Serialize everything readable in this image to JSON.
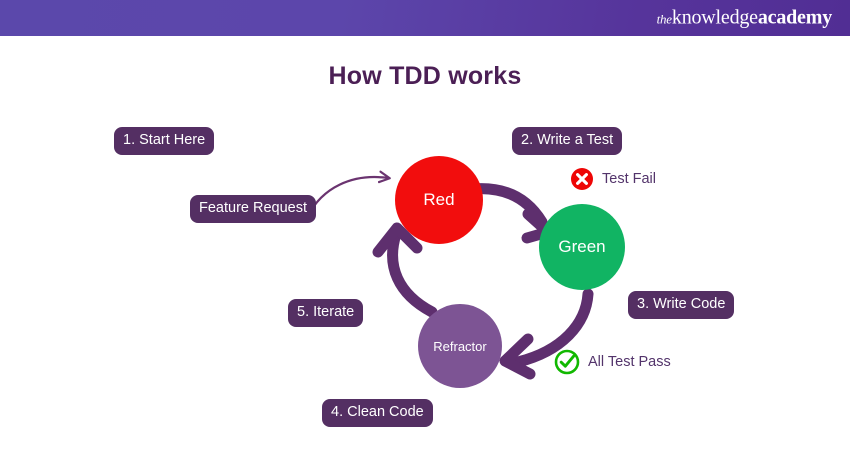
{
  "header": {
    "brand": {
      "part_the": "the",
      "part_knowledge": "knowledge",
      "part_academy": "academy"
    },
    "background_start_color": "#5b48ab",
    "background_end_color": "#512e94"
  },
  "title": "How TDD works",
  "title_color": "#4b1f55",
  "diagram": {
    "type": "cycle-flow",
    "nodes": [
      {
        "id": "red",
        "label": "Red",
        "color": "#f20d0d",
        "text_color": "#ffffff"
      },
      {
        "id": "green",
        "label": "Green",
        "color": "#11b463",
        "text_color": "#ffffff"
      },
      {
        "id": "refractor",
        "label": "Refractor",
        "color": "#7d5494",
        "text_color": "#ffffff"
      }
    ],
    "badges": [
      {
        "id": "start-here",
        "label": "1. Start Here"
      },
      {
        "id": "feature-request",
        "label": "Feature Request"
      },
      {
        "id": "write-a-test",
        "label": "2. Write a Test"
      },
      {
        "id": "write-code",
        "label": "3. Write Code"
      },
      {
        "id": "clean-code",
        "label": "4. Clean Code"
      },
      {
        "id": "iterate",
        "label": "5. Iterate"
      }
    ],
    "badge_color": "#542f63",
    "badge_text_color": "#ffffff",
    "statuses": [
      {
        "id": "test-fail",
        "label": "Test Fail",
        "icon": "circle-x-icon",
        "icon_color": "#ee0505"
      },
      {
        "id": "all-test-pass",
        "label": "All Test Pass",
        "icon": "circle-check-icon",
        "icon_color": "#11b800"
      }
    ],
    "status_text_color": "#53346b",
    "arrow_color": "#5e2f6e",
    "thin_arrow_color": "#6b3470",
    "arrows": [
      {
        "from": "feature-request",
        "to": "red",
        "style": "thin-curve"
      },
      {
        "from": "red",
        "to": "green",
        "style": "thick-curve"
      },
      {
        "from": "green",
        "to": "refractor",
        "style": "thick-curve"
      },
      {
        "from": "refractor",
        "to": "red",
        "style": "thick-curve"
      }
    ]
  }
}
